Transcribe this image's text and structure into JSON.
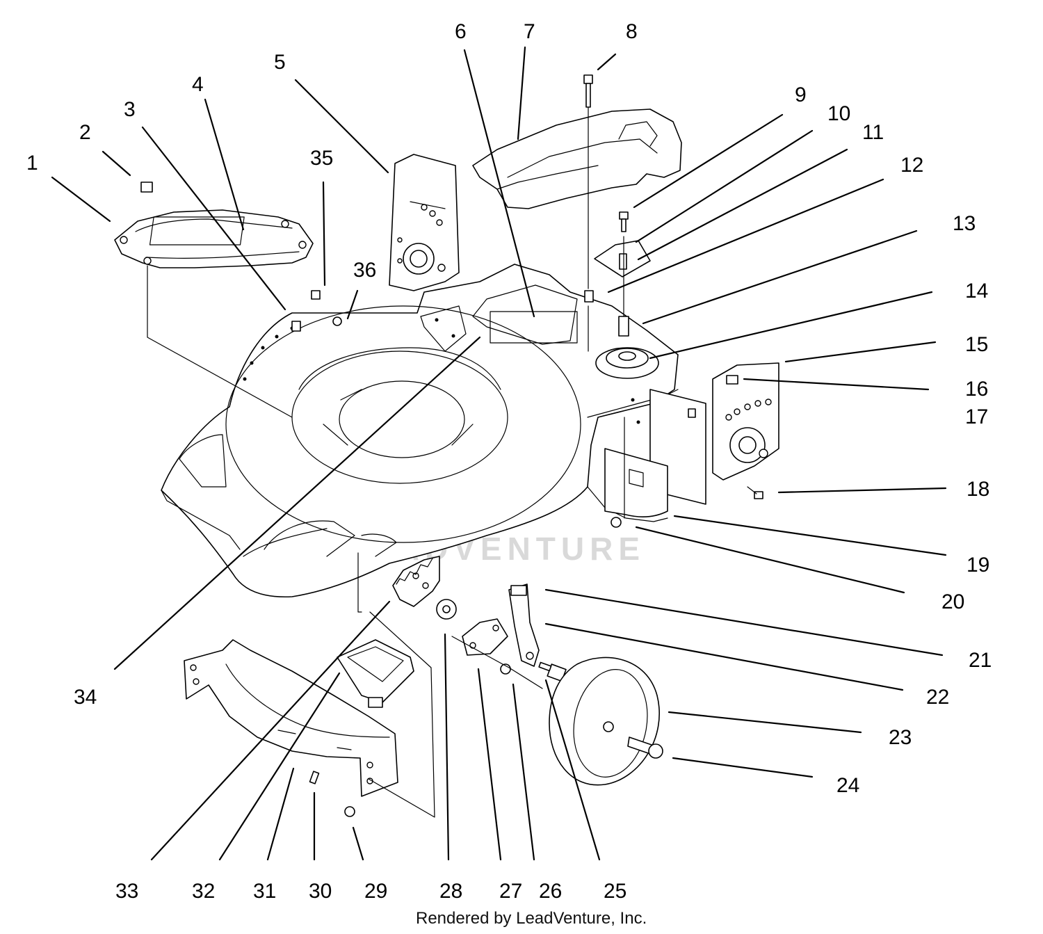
{
  "callouts": [
    "1",
    "2",
    "3",
    "4",
    "5",
    "6",
    "7",
    "8",
    "9",
    "10",
    "11",
    "12",
    "13",
    "14",
    "15",
    "16",
    "17",
    "18",
    "19",
    "20",
    "21",
    "22",
    "23",
    "24",
    "25",
    "26",
    "27",
    "28",
    "29",
    "30",
    "31",
    "32",
    "33",
    "34",
    "35",
    "36"
  ],
  "watermark": "LEADVENTURE",
  "credit": "Rendered by LeadVenture, Inc."
}
